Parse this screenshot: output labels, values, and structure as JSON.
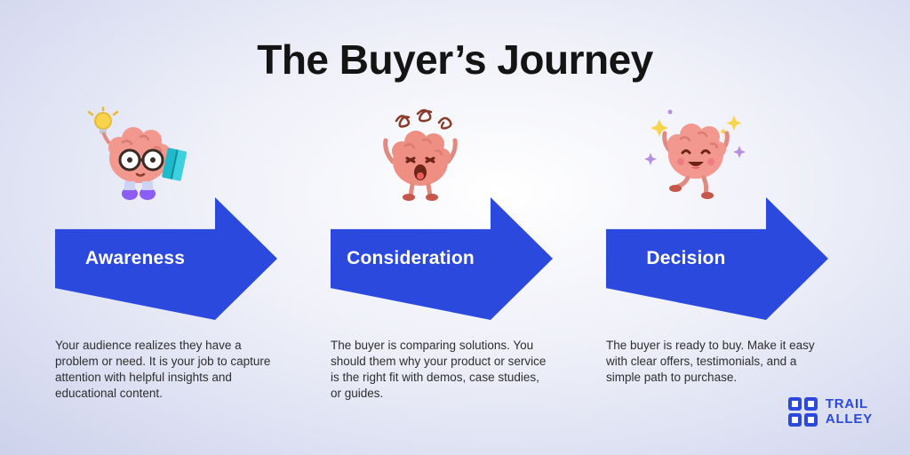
{
  "page": {
    "title": "The Buyer’s Journey"
  },
  "stages": [
    {
      "label": "Awareness",
      "icon": "brain-reading-icon",
      "description": "Your audience realizes they have a problem or need. It is your job to capture attention with helpful insights and educational content."
    },
    {
      "label": "Consideration",
      "icon": "brain-stressed-icon",
      "description": "The buyer is comparing solutions. You should them why your product or service is the right fit with demos, case studies, or guides."
    },
    {
      "label": "Decision",
      "icon": "brain-happy-icon",
      "description": "The buyer is ready to buy. Make it easy with clear offers, testimonials, and a simple path to purchase."
    }
  ],
  "logo": {
    "line1": "TRAIL",
    "line2": "ALLEY"
  },
  "colors": {
    "arrow_blue": "#2b49dd",
    "logo_blue": "#2b49dd",
    "background_edge": "#cdd2ec",
    "background_center": "#ffffff",
    "title_text": "#141414",
    "body_text": "#2e2e2e",
    "brain_pink": "#f2988f"
  }
}
